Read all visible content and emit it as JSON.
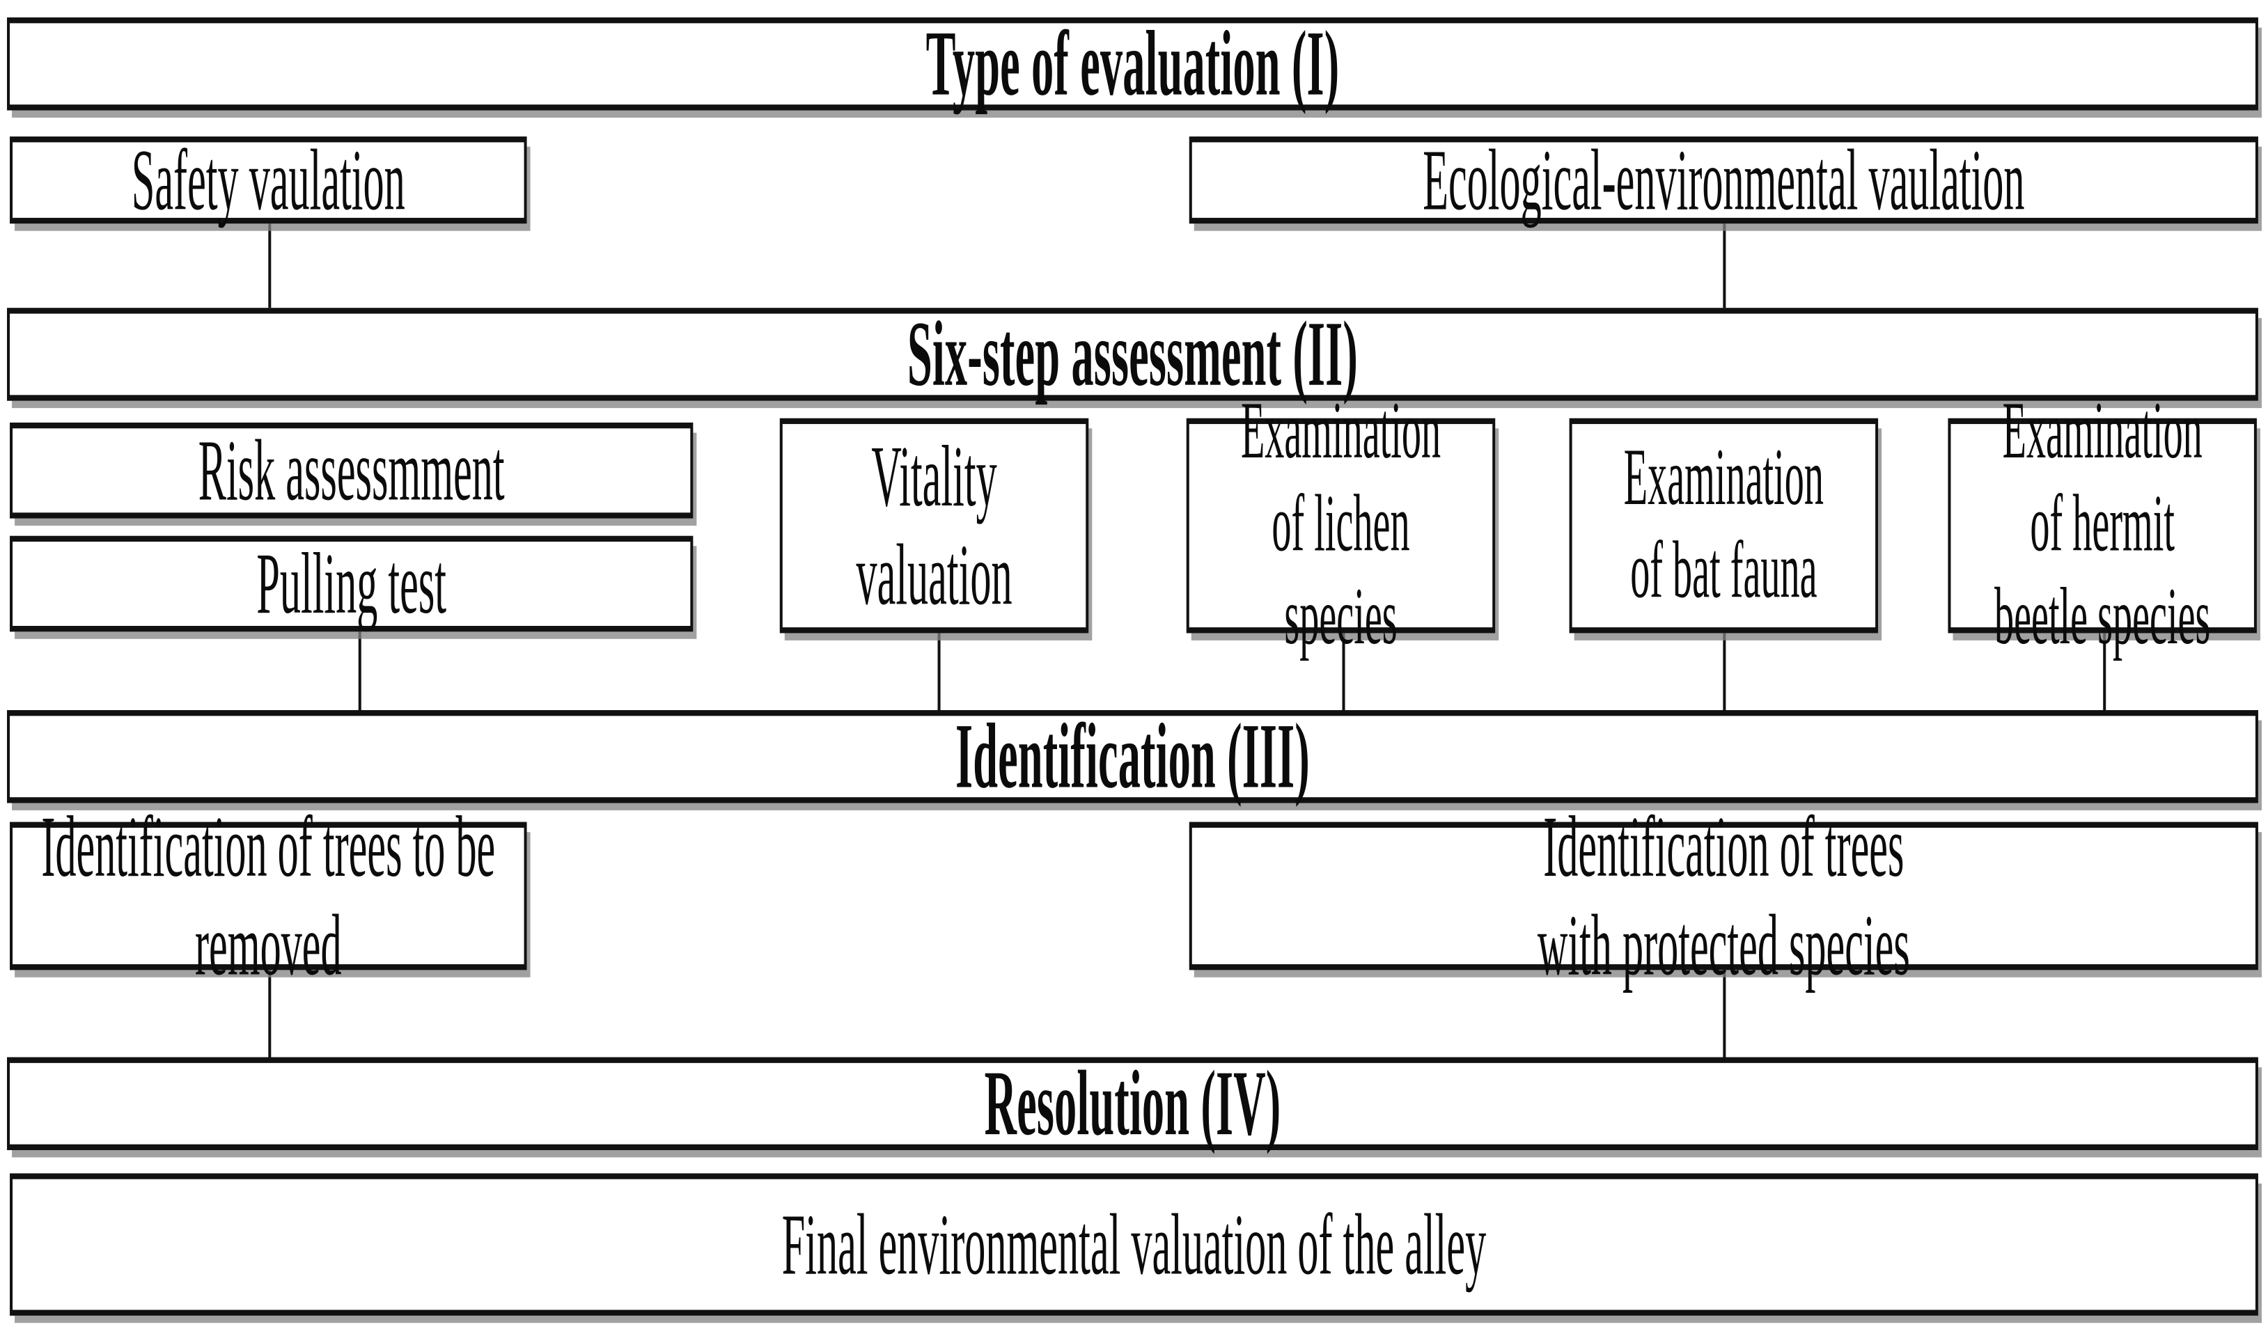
{
  "diagram": {
    "title_present": false,
    "colors": {
      "box_border": "#111111",
      "box_fill": "#ffffff",
      "text": "#0b0b0b",
      "shadow": "#828282",
      "connector": "#111111"
    },
    "stages": [
      {
        "id": "stage-1",
        "label": "Type of evaluation (I)"
      },
      {
        "id": "stage-2",
        "label": "Six-step assessment (II)"
      },
      {
        "id": "stage-3",
        "label": "Identification (III)"
      },
      {
        "id": "stage-4",
        "label": "Resolution (IV)"
      }
    ],
    "tier1": [
      {
        "id": "safety-valuation",
        "label": "Safety vaulation"
      },
      {
        "id": "ecological-environmental-valuation",
        "label": "Ecological-environmental vaulation"
      }
    ],
    "tier2": [
      {
        "id": "risk-assessment",
        "label": "Risk assessmment"
      },
      {
        "id": "pulling-test",
        "label": "Pulling test"
      },
      {
        "id": "vitality-valuation",
        "label": "Vitality\nvaluation"
      },
      {
        "id": "examination-lichen-species",
        "label": "Examination\nof lichen\nspecies"
      },
      {
        "id": "examination-bat-fauna",
        "label": "Examination\nof bat fauna"
      },
      {
        "id": "examination-hermit-beetle-species",
        "label": "Examination\nof hermit\nbeetle species"
      }
    ],
    "tier3": [
      {
        "id": "identification-trees-removed",
        "label": "Identification of trees to be removed"
      },
      {
        "id": "identification-trees-protected",
        "label": "Identification of trees\nwith protected species"
      }
    ],
    "outcome": {
      "id": "final-environmental-valuation",
      "label": "Final environmental valuation of the alley"
    }
  }
}
